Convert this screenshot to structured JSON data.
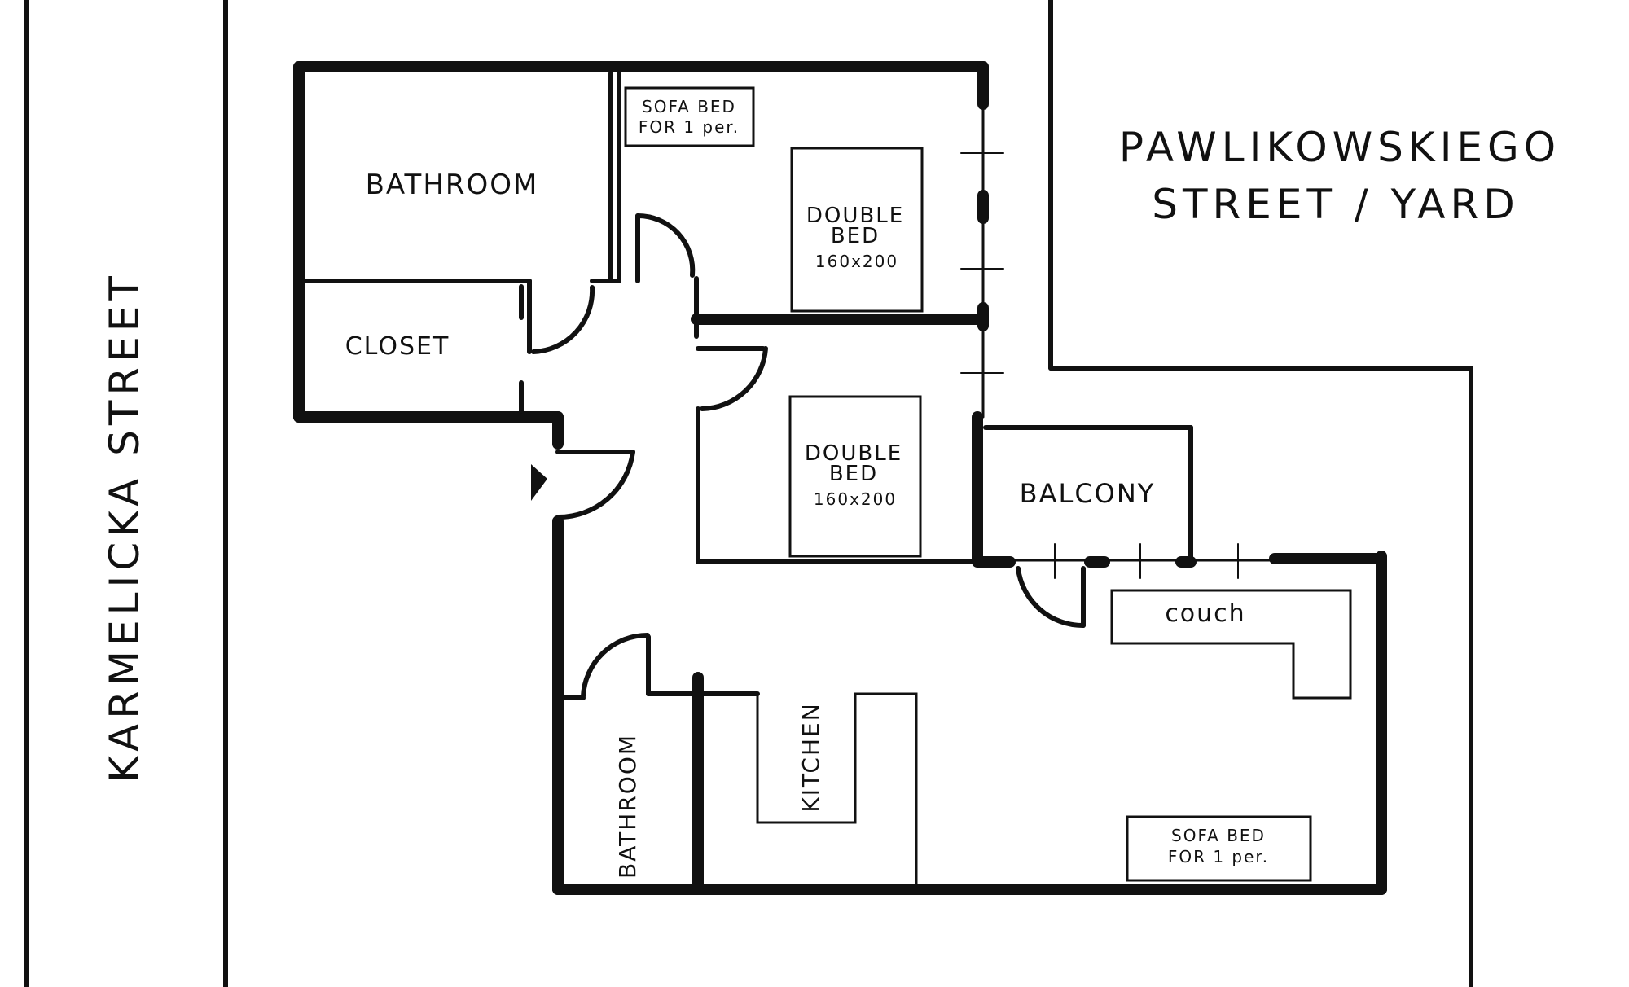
{
  "streets": {
    "left": "KARMELICKA STREET",
    "right_line1": "PAWLIKOWSKIEGO",
    "right_line2": "STREET / YARD"
  },
  "rooms": {
    "bathroom_top": "BATHROOM",
    "closet": "CLOSET",
    "balcony": "BALCONY",
    "bathroom_bottom": "BATHROOM",
    "kitchen": "KITCHEN"
  },
  "furniture": {
    "sofa_bed_top_line1": "SOFA BED",
    "sofa_bed_top_line2": "FOR 1 per.",
    "double_bed_1_line1": "DOUBLE",
    "double_bed_1_line2": "BED",
    "double_bed_1_size": "160x200",
    "double_bed_2_line1": "DOUBLE",
    "double_bed_2_line2": "BED",
    "double_bed_2_size": "160x200",
    "couch": "couch",
    "sofa_bed_bottom_line1": "SOFA BED",
    "sofa_bed_bottom_line2": "FOR 1 per."
  },
  "colors": {
    "ink": "#111111",
    "paper": "#ffffff"
  }
}
